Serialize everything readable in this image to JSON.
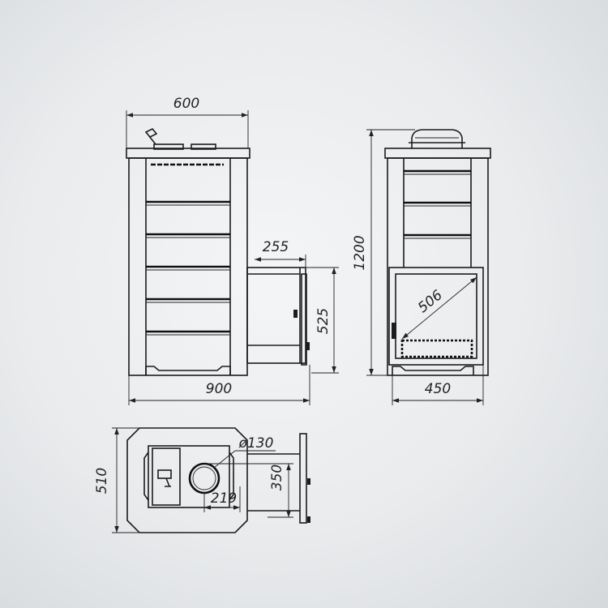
{
  "dimensions": {
    "front_width": "600",
    "box_depth": "255",
    "overall_width": "900",
    "box_height": "525",
    "total_height": "1200",
    "side_depth": "450",
    "firebox_diagonal": "506",
    "flue_diameter": "ø130",
    "flue_offset_y": "350",
    "flue_offset_x": "219",
    "plan_depth": "510"
  },
  "colors": {
    "line": "#1c1c1c",
    "background": "#eceef0"
  }
}
